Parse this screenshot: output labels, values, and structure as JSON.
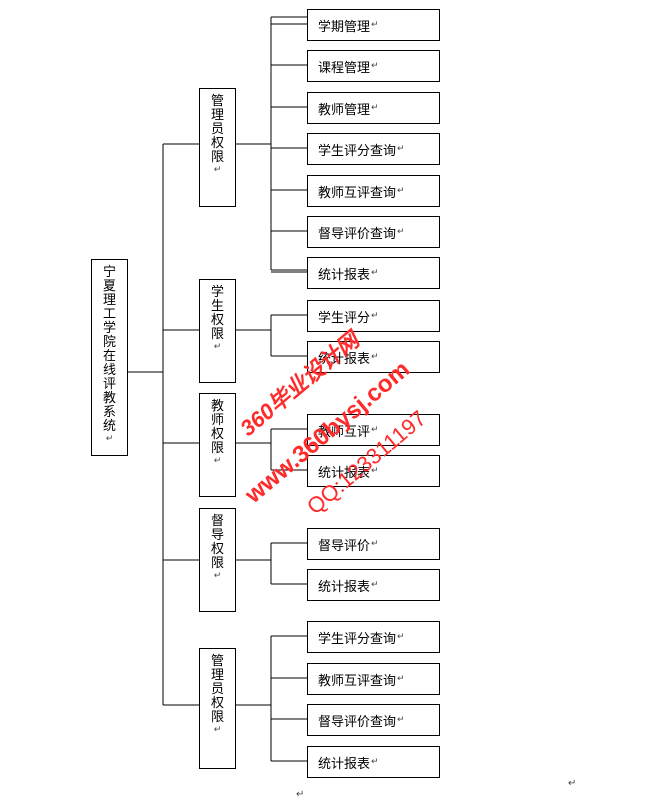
{
  "root": {
    "label": "宁夏理工学院在线评教系统",
    "mark": "↵"
  },
  "roles": [
    {
      "label": "管理员权限",
      "mark": "↵",
      "children": [
        "学期管理",
        "课程管理",
        "教师管理",
        "学生评分查询",
        "教师互评查询",
        "督导评价查询",
        "统计报表"
      ]
    },
    {
      "label": "学生权限",
      "mark": "↵",
      "children": [
        "学生评分",
        "统计报表"
      ]
    },
    {
      "label": "教师权限",
      "mark": "↵",
      "children": [
        "教师互评",
        "统计报表"
      ]
    },
    {
      "label": "督导权限",
      "mark": "↵",
      "children": [
        "督导评价",
        "统计报表"
      ]
    },
    {
      "label": "管理员权限",
      "mark": "↵",
      "children": [
        "学生评分查询",
        "教师互评查询",
        "督导评价查询",
        "统计报表"
      ]
    }
  ],
  "leaf_mark": "↵",
  "paragraph_marks": [
    "↵",
    "↵"
  ],
  "watermark": {
    "line1": "360毕业设计网",
    "line2": "www.360bysj.com",
    "line3": "QQ:123311197",
    "color": "#ff2a2a"
  }
}
